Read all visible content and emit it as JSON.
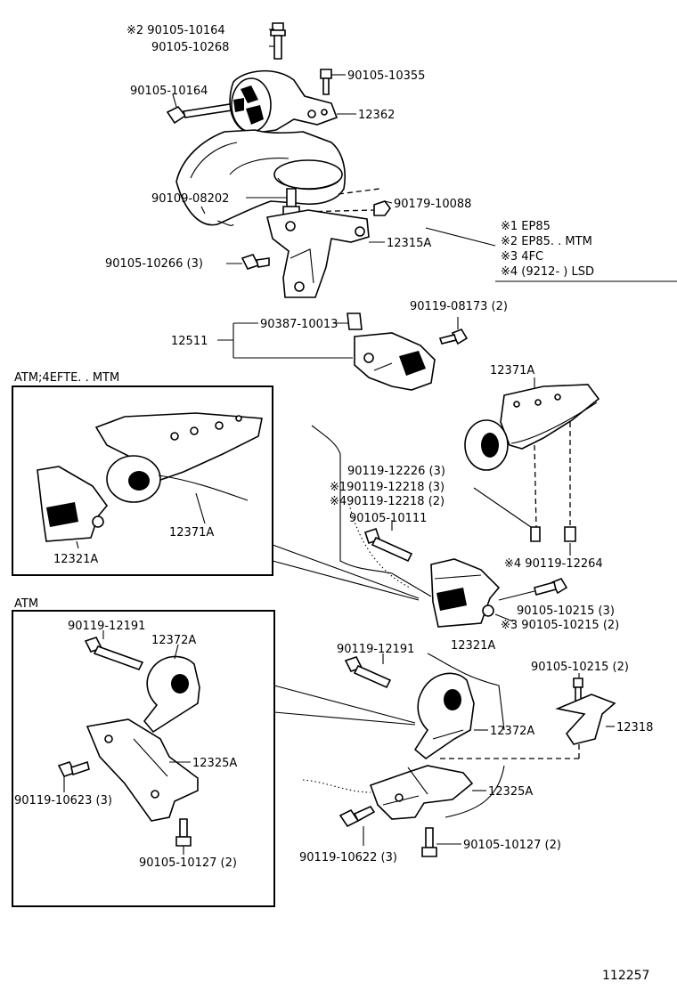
{
  "parts": {
    "p1": "※2 90105-10164",
    "p2": "90105-10268",
    "p3": "90105-10355",
    "p4": "90105-10164",
    "p5": "12362",
    "p6": "90109-08202",
    "p7": "90179-10088",
    "p8": "12315A",
    "p9": "90105-10266 (3)",
    "p10": "90119-08173 (2)",
    "p11": "90387-10013",
    "p12": "12511",
    "p13": "12371A",
    "p14": "90119-12226 (3)",
    "p15": "※190119-12218 (3)",
    "p16": "※490119-12218 (2)",
    "p17": "90105-10111",
    "p18": "※4 90119-12264",
    "p19": "90105-10215 (3)",
    "p20": "※3 90105-10215 (2)",
    "p21": "12321A",
    "p22": "90119-12191",
    "p23": "90105-10215 (2)",
    "p24": "12318",
    "p25": "12372A",
    "p26": "12325A",
    "p27": "90119-10622 (3)",
    "p28": "90105-10127 (2)"
  },
  "notes": {
    "n1": "※1 EP85",
    "n2": "※2 EP85. . MTM",
    "n3": "※3 4FC",
    "n4": "※4 (9212-        ) LSD"
  },
  "inset_mtm": {
    "title": "ATM;4EFTE. . MTM",
    "p1": "12321A",
    "p2": "12371A"
  },
  "inset_atm": {
    "title": "ATM",
    "p1": "90119-12191",
    "p2": "12372A",
    "p3": "12325A",
    "p4": "90119-10623 (3)",
    "p5": "90105-10127 (2)"
  },
  "figure_number": "112257"
}
